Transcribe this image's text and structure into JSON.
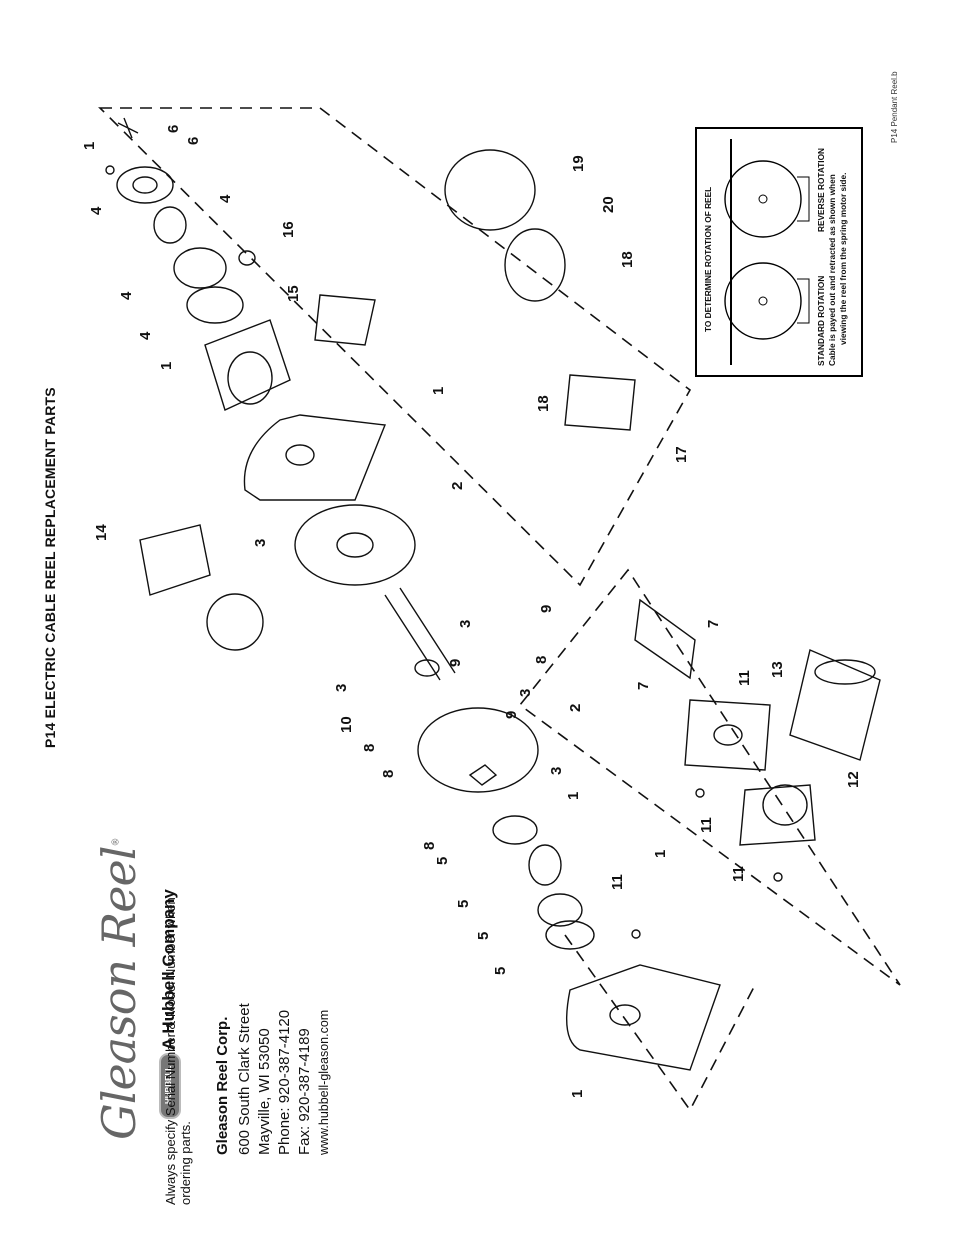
{
  "document": {
    "title": "P14 ELECTRIC CABLE REEL REPLACEMENT PARTS",
    "doc_id": "P14 Pendant Reel.b"
  },
  "brand": {
    "script_logo": "Gleason Reel",
    "registered_mark": "®",
    "badge_text": "HUBBELL",
    "tagline": "A Hubbell Company"
  },
  "company": {
    "name": "Gleason Reel Corp.",
    "street": "600 South Clark Street",
    "city": "Mayville, WI  53050",
    "phone": "Phone: 920-387-4120",
    "fax": "Fax: 920-387-4189",
    "website": "www.hubbell-gleason.com"
  },
  "rotation_box": {
    "title": "TO DETERMINE ROTATION OF REEL",
    "standard_label": "STANDARD ROTATION",
    "reverse_label": "REVERSE ROTATION",
    "description_line1": "Cable is payed out and retracted as shown when",
    "description_line2": "viewing the reel from the spring motor side."
  },
  "footnote": "Always specify Serial Number & Model Number when ordering parts.",
  "part_callouts": [
    "1",
    "6",
    "6",
    "4",
    "4",
    "16",
    "4",
    "15",
    "4",
    "1",
    "19",
    "20",
    "18",
    "1",
    "17",
    "18",
    "14",
    "2",
    "3",
    "3",
    "9",
    "7",
    "8",
    "11",
    "13",
    "7",
    "3",
    "9",
    "3",
    "10",
    "9",
    "2",
    "8",
    "8",
    "3",
    "1",
    "11",
    "12",
    "8",
    "1",
    "5",
    "11",
    "5",
    "11",
    "5",
    "5",
    "1"
  ]
}
